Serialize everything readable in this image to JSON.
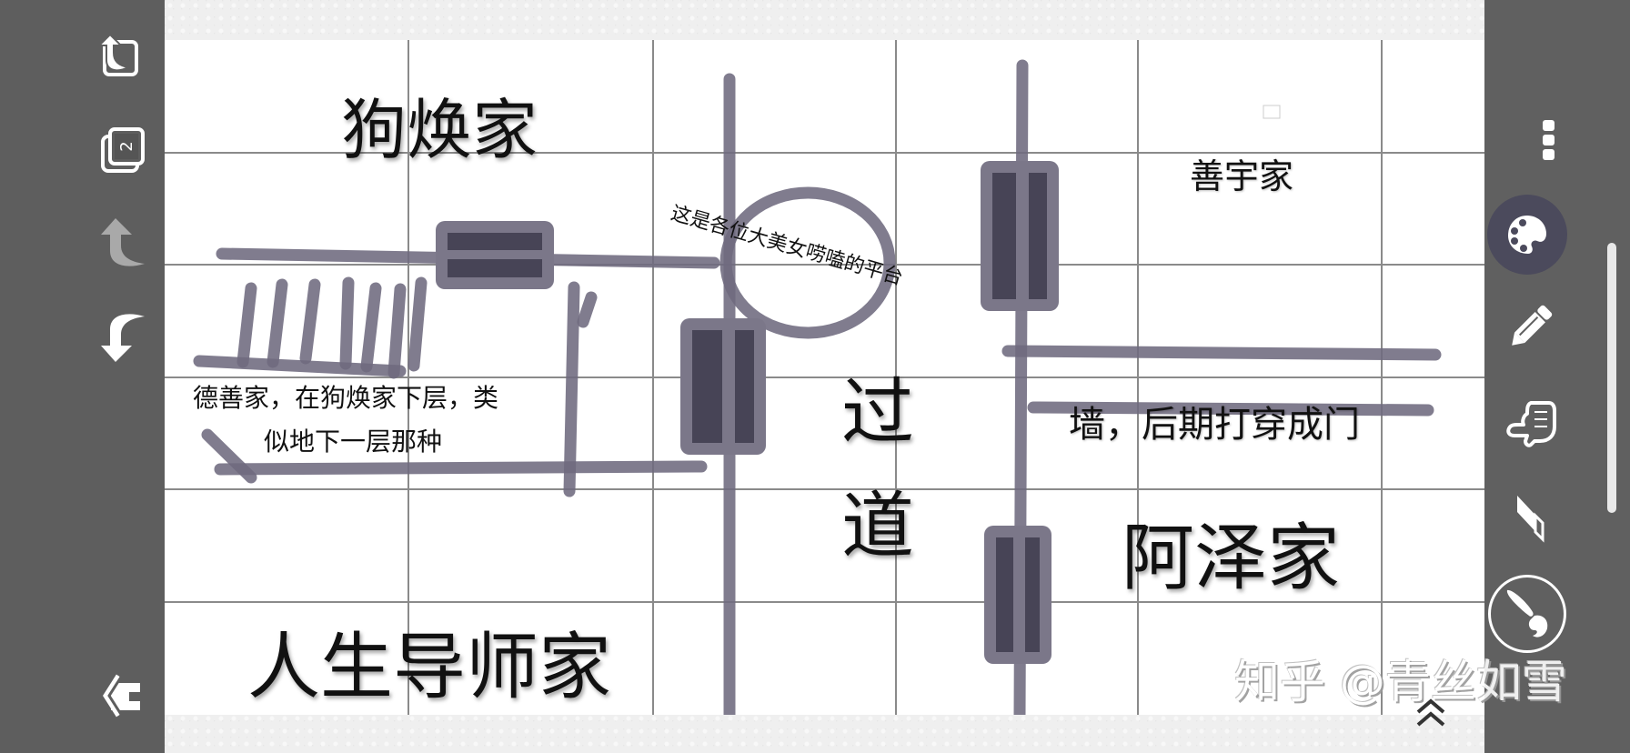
{
  "left_toolbar": {
    "items": [
      {
        "name": "export-share",
        "icon": "share-rotate-icon"
      },
      {
        "name": "layers",
        "icon": "layers-icon",
        "badge": "2"
      },
      {
        "name": "undo",
        "icon": "undo-icon",
        "disabled": true
      },
      {
        "name": "redo",
        "icon": "redo-icon"
      },
      {
        "name": "exit",
        "icon": "back-home-icon"
      }
    ]
  },
  "right_toolbar": {
    "items": [
      {
        "name": "more",
        "icon": "more-vertical-icon"
      },
      {
        "name": "color-palette",
        "icon": "palette-icon",
        "active": true
      },
      {
        "name": "pencil",
        "icon": "pencil-icon"
      },
      {
        "name": "smudge",
        "icon": "hand-smudge-icon"
      },
      {
        "name": "eraser",
        "icon": "eraser-icon"
      },
      {
        "name": "brush",
        "icon": "brush-icon"
      }
    ],
    "expand_icon": "double-chevron-up-icon"
  },
  "canvas": {
    "labels": {
      "gouhuan": "狗焕家",
      "platform": "这是各位大美女唠嗑的平台",
      "shanyu": "善宇家",
      "deshan_line1": "德善家，在狗焕家下层，类",
      "deshan_line2": "似地下一层那种",
      "corridor_1": "过",
      "corridor_2": "道",
      "wall_note": "墙，后期打穿成门",
      "aze": "阿泽家",
      "mentor": "人生导师家"
    },
    "watermark": "知乎 @青丝如雪"
  },
  "colors": {
    "panel": "#5e5e5e",
    "stroke": "#7b7789",
    "door_fill": "#474456",
    "active_tool_bg": "#4b4a5c",
    "grid": "#8a8a8a"
  }
}
